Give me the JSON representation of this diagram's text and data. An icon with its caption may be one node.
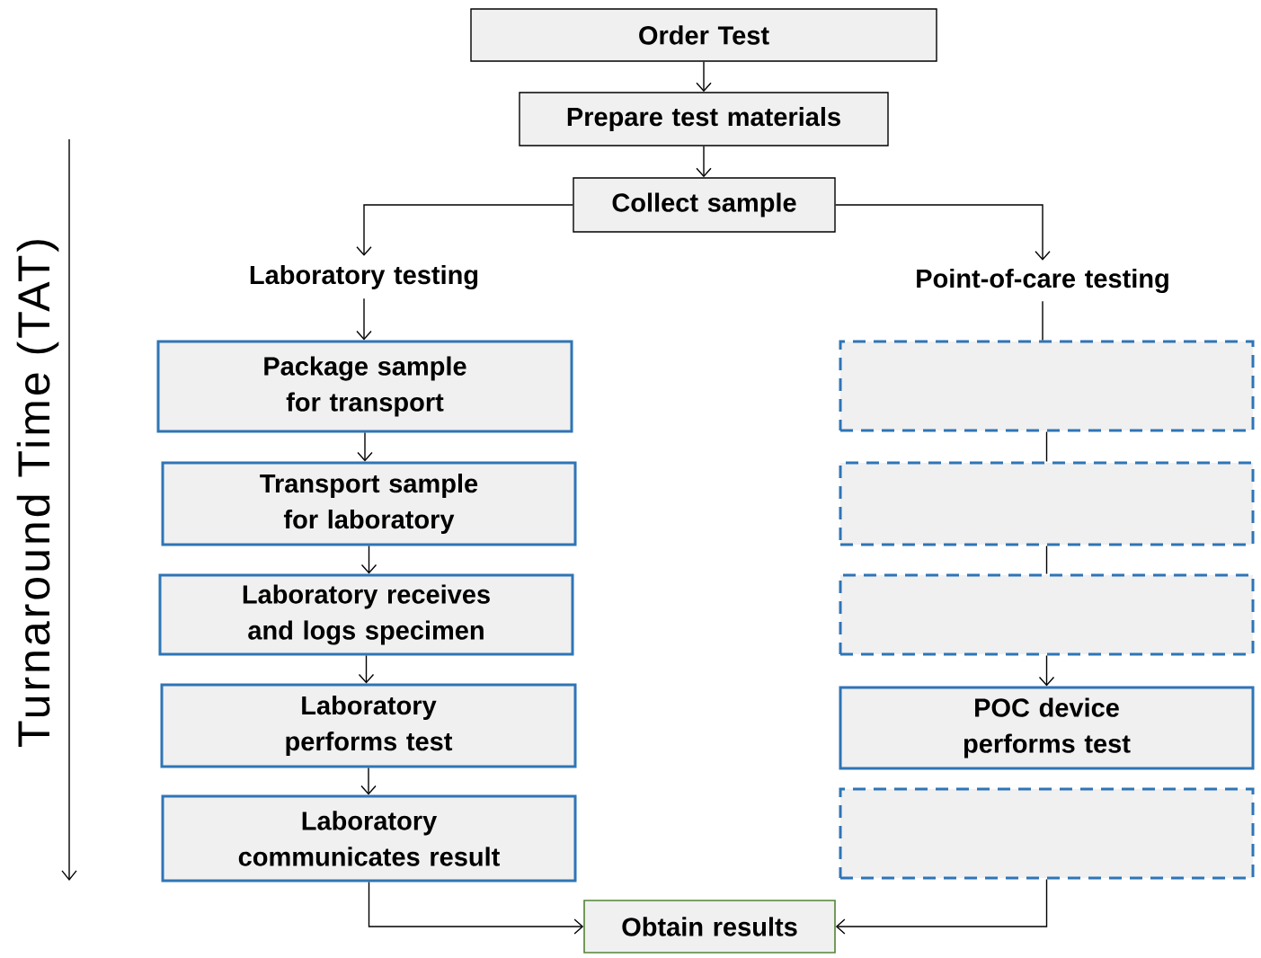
{
  "diagram": {
    "nodes": [
      {
        "text": [
          "Order Test"
        ]
      },
      {
        "text": [
          "Prepare test materials"
        ]
      },
      {
        "text": [
          "Collect sample"
        ]
      },
      {
        "text": [
          "Laboratory testing"
        ]
      },
      {
        "text": [
          "Point-of-care testing"
        ]
      },
      {
        "text": [
          "Package sample for transport"
        ]
      },
      {
        "text": [
          "Transport sample for laboratory"
        ]
      },
      {
        "text": [
          "Laboratory receives and logs specimen"
        ]
      },
      {
        "text": [
          "Laboratory performs test"
        ]
      },
      {
        "text": [
          "Laboratory communicates result"
        ]
      },
      {
        "text": [],
        "shape": "box"
      },
      {
        "text": [],
        "shape": "box"
      },
      {
        "text": [],
        "shape": "box"
      },
      {
        "text": [
          "POC device performs test"
        ]
      },
      {
        "text": [],
        "shape": "box"
      },
      {
        "text": [
          "Obtain results"
        ]
      }
    ],
    "edges": [
      {
        "from": 0,
        "to": 1,
        "arrow": "to"
      },
      {
        "from": 1,
        "to": 2,
        "arrow": "to"
      },
      {
        "from": 2,
        "to": 3,
        "arrow": "to"
      },
      {
        "from": 2,
        "to": 4,
        "arrow": "to"
      },
      {
        "from": 3,
        "to": 5,
        "arrow": "to"
      },
      {
        "from": 5,
        "to": 6,
        "arrow": "to"
      },
      {
        "from": 6,
        "to": 7,
        "arrow": "to"
      },
      {
        "from": 7,
        "to": 8,
        "arrow": "to"
      },
      {
        "from": 8,
        "to": 9,
        "arrow": "to"
      },
      {
        "from": 4,
        "to": 10,
        "arrow": "none"
      },
      {
        "from": 10,
        "to": 11,
        "arrow": "none"
      },
      {
        "from": 11,
        "to": 12,
        "arrow": "none"
      },
      {
        "from": 12,
        "to": 13,
        "arrow": "to"
      },
      {
        "from": 9,
        "to": 15,
        "arrow": "to"
      },
      {
        "from": 14,
        "to": 15,
        "arrow": "to"
      }
    ],
    "labels": [
      "Turnaround Time (TAT)"
    ]
  }
}
